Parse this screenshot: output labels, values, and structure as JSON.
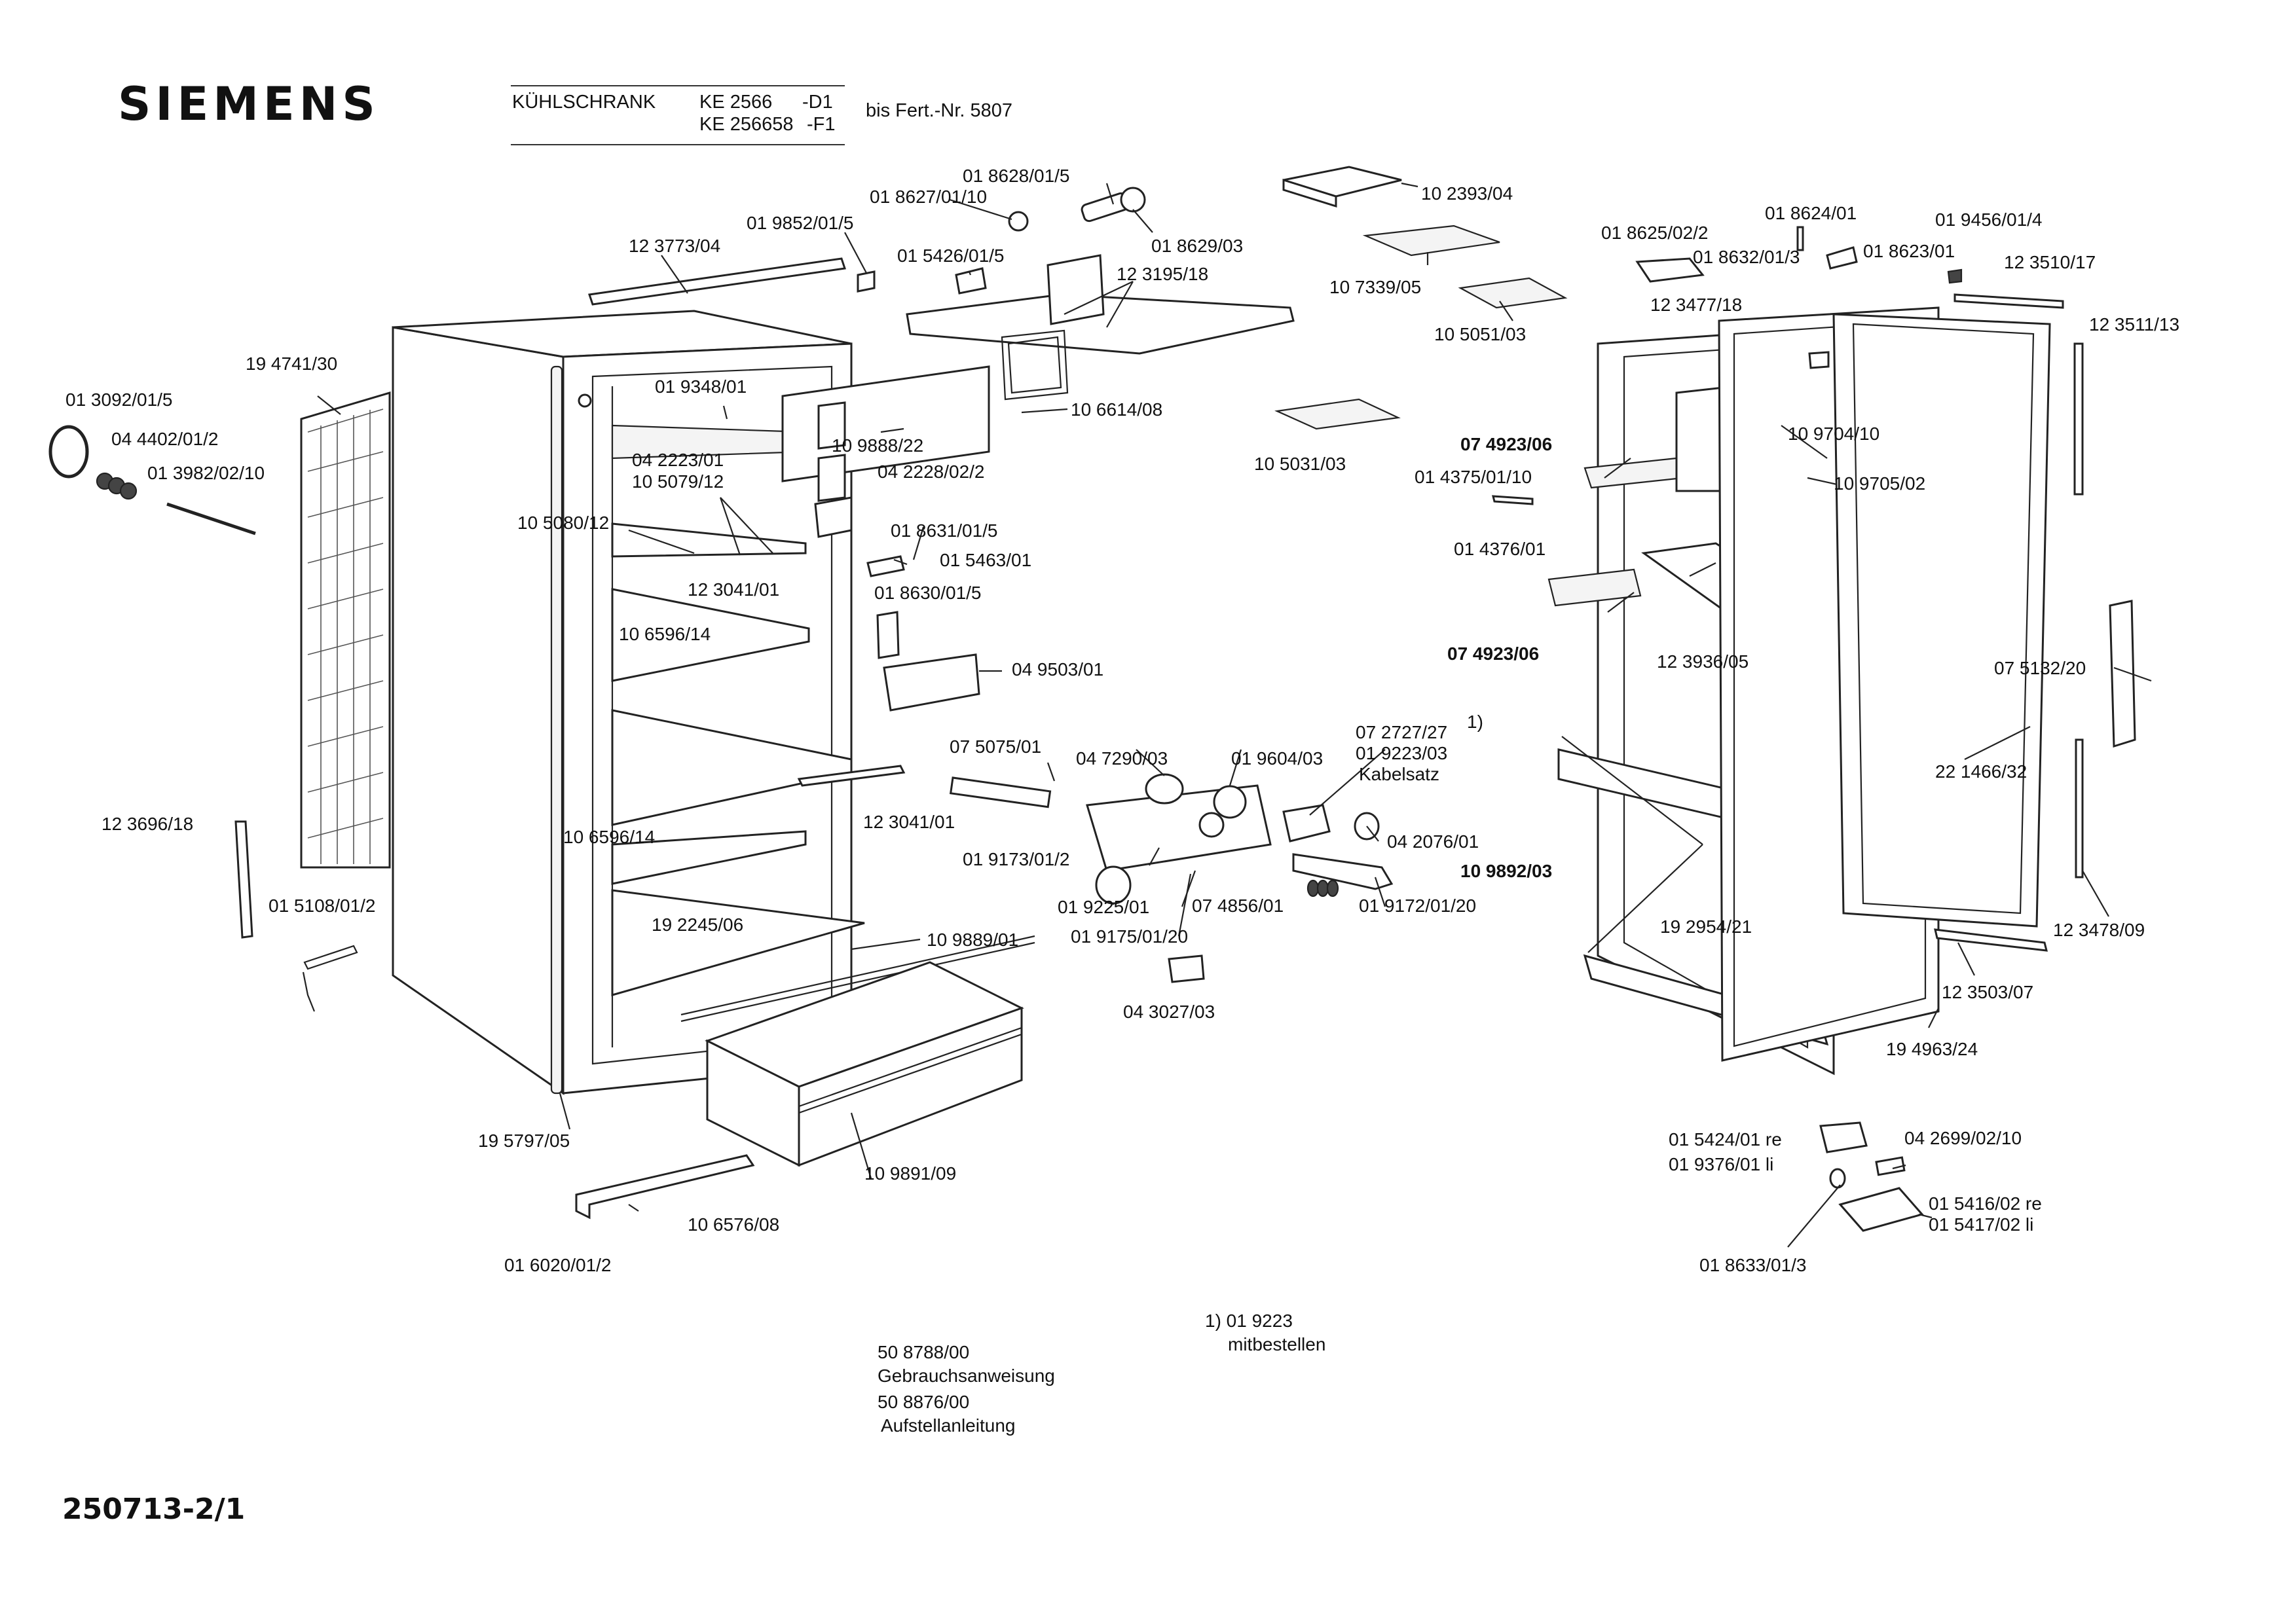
{
  "header": {
    "brand": "SIEMENS",
    "product": "KÜHLSCHRANK",
    "model_1": "KE 2566",
    "variant_1": "-D1",
    "model_2": "KE 256658",
    "variant_2": "-F1",
    "serial_note": "bis Fert.-Nr. 5807"
  },
  "parts": [
    {
      "no": "12 3773/04"
    },
    {
      "no": "01 9852/01/5"
    },
    {
      "no": "01 8627/01/10"
    },
    {
      "no": "01 8628/01/5"
    },
    {
      "no": "01 8629/03"
    },
    {
      "no": "01 5426/01/5"
    },
    {
      "no": "12 3195/18"
    },
    {
      "no": "10 2393/04"
    },
    {
      "no": "10 7339/05"
    },
    {
      "no": "10 5051/03"
    },
    {
      "no": "01 8625/02/2"
    },
    {
      "no": "01 8624/01"
    },
    {
      "no": "01 8632/01/3"
    },
    {
      "no": "01 8623/01"
    },
    {
      "no": "01 9456/01/4"
    },
    {
      "no": "12 3510/17"
    },
    {
      "no": "12 3477/18"
    },
    {
      "no": "12 3511/13"
    },
    {
      "no": "19 4741/30"
    },
    {
      "no": "01 3092/01/5"
    },
    {
      "no": "04 4402/01/2"
    },
    {
      "no": "01 3982/02/10"
    },
    {
      "no": "01 9348/01"
    },
    {
      "no": "10 6614/08"
    },
    {
      "no": "10 9888/22"
    },
    {
      "no": "04 2223/01"
    },
    {
      "no": "10 5079/12"
    },
    {
      "no": "04 2228/02/2"
    },
    {
      "no": "10 5031/03"
    },
    {
      "no": "07 4923/06",
      "bold": true
    },
    {
      "no": "01 4375/01/10"
    },
    {
      "no": "10 9704/10"
    },
    {
      "no": "10 9705/02"
    },
    {
      "no": "10 5080/12"
    },
    {
      "no": "01 8631/01/5"
    },
    {
      "no": "01 4376/01"
    },
    {
      "no": "12 3041/01"
    },
    {
      "no": "01 5463/01"
    },
    {
      "no": "01 8630/01/5"
    },
    {
      "no": "10 6596/14"
    },
    {
      "no": "07 4923/06",
      "bold": true
    },
    {
      "no": "12 3936/05"
    },
    {
      "no": "04 9503/01"
    },
    {
      "no": "07 5132/20"
    },
    {
      "no": "07 2727/27"
    },
    {
      "no": "01 9223/03"
    },
    {
      "no": "Kabelsatz"
    },
    {
      "no": "07 5075/01"
    },
    {
      "no": "04 7290/03"
    },
    {
      "no": "01 9604/03"
    },
    {
      "no": "22 1466/32"
    },
    {
      "no": "12 3041/01"
    },
    {
      "no": "12 3696/18"
    },
    {
      "no": "10 6596/14"
    },
    {
      "no": "01 9173/01/2"
    },
    {
      "no": "04 2076/01"
    },
    {
      "no": "10 9892/03",
      "bold": true
    },
    {
      "no": "01 5108/01/2"
    },
    {
      "no": "01 9225/01"
    },
    {
      "no": "07 4856/01"
    },
    {
      "no": "01 9172/01/20"
    },
    {
      "no": "19 2245/06"
    },
    {
      "no": "19 2954/21"
    },
    {
      "no": "12 3478/09"
    },
    {
      "no": "10 9889/01"
    },
    {
      "no": "01 9175/01/20"
    },
    {
      "no": "12 3503/07"
    },
    {
      "no": "04 3027/03"
    },
    {
      "no": "19 4963/24"
    },
    {
      "no": "19 5797/05"
    },
    {
      "no": "01 5424/01 re"
    },
    {
      "no": "04 2699/02/10"
    },
    {
      "no": "10 9891/09"
    },
    {
      "no": "01 9376/01 li"
    },
    {
      "no": "10 6576/08"
    },
    {
      "no": "01 5416/02 re"
    },
    {
      "no": "01 5417/02 li"
    },
    {
      "no": "01 6020/01/2"
    },
    {
      "no": "01 8633/01/3"
    }
  ],
  "footnote_marker": "1)",
  "footnote": {
    "line_1": "1) 01 9223",
    "line_2": "mitbestellen"
  },
  "documents": {
    "manual_no": "50 8788/00",
    "manual_label": "Gebrauchsanweisung",
    "install_no": "50 8876/00",
    "install_label": "Aufstellanleitung"
  },
  "doc_number": "250713-2/1"
}
